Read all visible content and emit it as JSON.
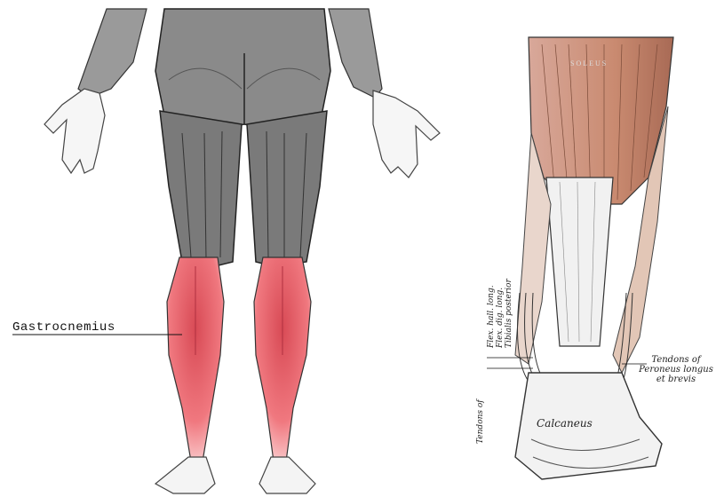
{
  "labels": {
    "gastrocnemius": "Gastrocnemius",
    "soleus": "SOLEUS",
    "calcaneus": "Calcaneus",
    "peroneus": "Tendons of Peroneus longus et brevis",
    "tendons_of": "Tendons of",
    "flex_hall": "Flex. hall. long.",
    "flex_dig": "Flex. dig. long.",
    "tibialis": "Tibialis posterior"
  },
  "colors": {
    "muscle_gray": "#8a8a8a",
    "muscle_dark": "#5a5a5a",
    "gastrocnemius_red": "#e8606a",
    "soleus_brown": "#c9907a",
    "skin_white": "#f3f3f3"
  }
}
